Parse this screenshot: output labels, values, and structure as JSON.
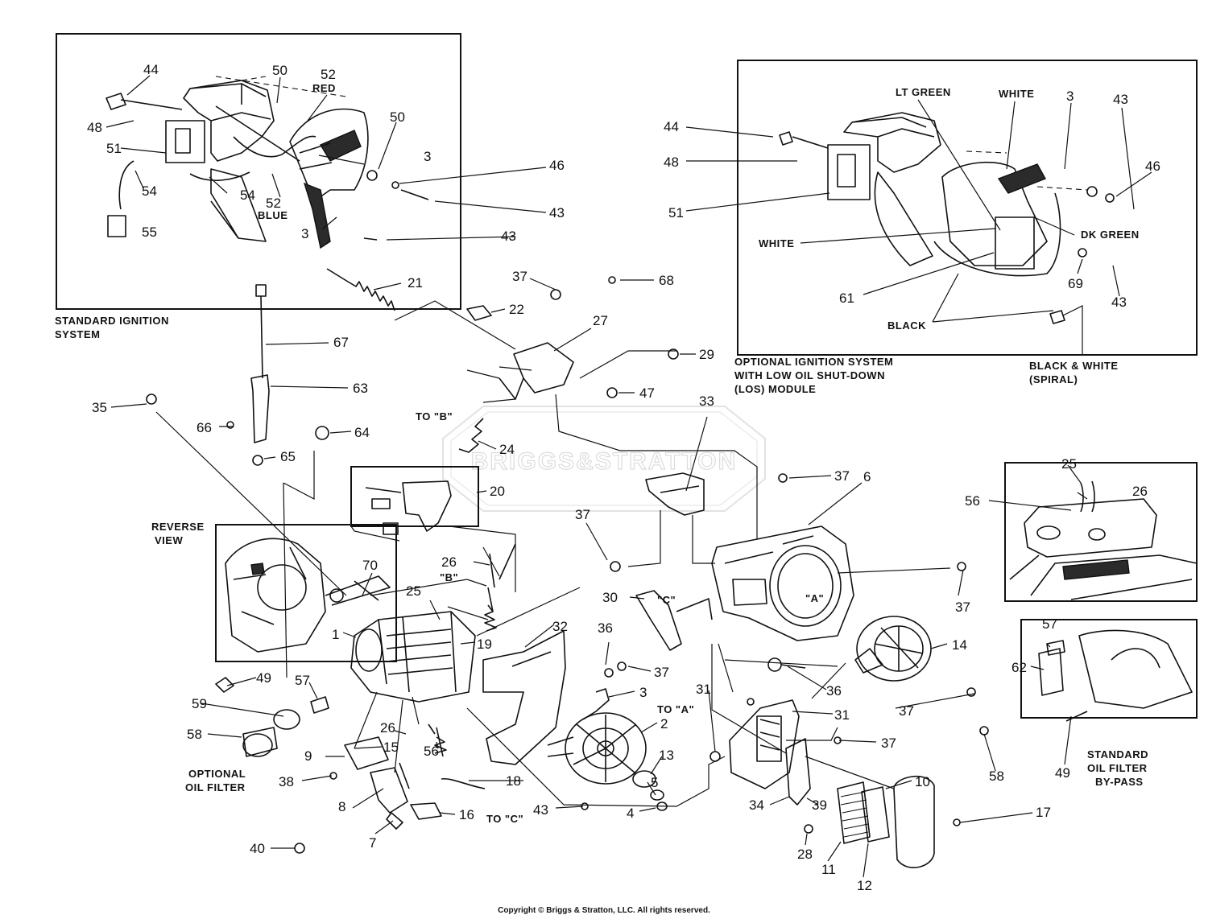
{
  "watermark": "BRIGGS&STRATTON",
  "copyright": "Copyright © Briggs & Stratton, LLC. All rights reserved.",
  "captions": {
    "standard_ignition_1": "STANDARD IGNITION",
    "standard_ignition_2": "SYSTEM",
    "optional_ignition_1": "OPTIONAL IGNITION SYSTEM",
    "optional_ignition_2": "WITH LOW OIL SHUT-DOWN",
    "optional_ignition_3": "(LOS) MODULE",
    "reverse_1": "REVERSE",
    "reverse_2": "VIEW",
    "optional_oil_1": "OPTIONAL",
    "optional_oil_2": "OIL FILTER",
    "bypass_1": "STANDARD",
    "bypass_2": "OIL FILTER",
    "bypass_3": "BY-PASS"
  },
  "wire_labels": {
    "red": "RED",
    "blue": "BLUE",
    "lt_green": "LT GREEN",
    "white_top": "WHITE",
    "white_left": "WHITE",
    "dk_green": "DK GREEN",
    "black": "BLACK",
    "black_white_1": "BLACK & WHITE",
    "black_white_2": "(SPIRAL)"
  },
  "refs": {
    "to_b": "TO \"B\"",
    "b": "\"B\"",
    "c": "\"C\"",
    "a": "\"A\"",
    "to_a": "TO \"A\"",
    "to_c": "TO \"C\""
  },
  "callouts": {
    "p44a": "44",
    "p50a": "50",
    "p52a": "52",
    "p50b": "50",
    "p48a": "48",
    "p51a": "51",
    "p3a": "3",
    "p46a": "46",
    "p54a": "54",
    "p54b": "54",
    "p52b": "52",
    "p43a": "43",
    "p55": "55",
    "p3b": "3",
    "p43b": "43",
    "p44b": "44",
    "p48b": "48",
    "p51b": "51",
    "p3c": "3",
    "p43c": "43",
    "p46b": "46",
    "p69": "69",
    "p43d": "43",
    "p61": "61",
    "p21": "21",
    "p37a": "37",
    "p68": "68",
    "p22": "22",
    "p27": "27",
    "p29": "29",
    "p67": "67",
    "p63": "63",
    "p47": "47",
    "p35": "35",
    "p66": "66",
    "p64": "64",
    "p65": "65",
    "p24": "24",
    "p33": "33",
    "p37b": "37",
    "p6": "6",
    "p25a": "25",
    "p26a": "26",
    "p56a": "56",
    "p20": "20",
    "p37c": "37",
    "p70": "70",
    "p26b": "26",
    "p37d": "37",
    "p25b": "25",
    "p30": "30",
    "p19": "19",
    "p1": "1",
    "p32": "32",
    "p36a": "36",
    "p14": "14",
    "p57a": "57",
    "p62": "62",
    "p49a": "49",
    "p57b": "57",
    "p37e": "37",
    "p36b": "36",
    "p59": "59",
    "p3d": "3",
    "p31a": "31",
    "p31b": "31",
    "p37f": "37",
    "p2": "2",
    "p58a": "58",
    "p26c": "26",
    "p15": "15",
    "p56b": "56",
    "p9": "9",
    "p13": "13",
    "p37g": "37",
    "p38": "38",
    "p18": "18",
    "p5": "5",
    "p10": "10",
    "p58b": "58",
    "p49b": "49",
    "p8": "8",
    "p43e": "43",
    "p4": "4",
    "p34": "34",
    "p39": "39",
    "p16": "16",
    "p17": "17",
    "p40": "40",
    "p7": "7",
    "p28": "28",
    "p11": "11",
    "p12": "12"
  }
}
